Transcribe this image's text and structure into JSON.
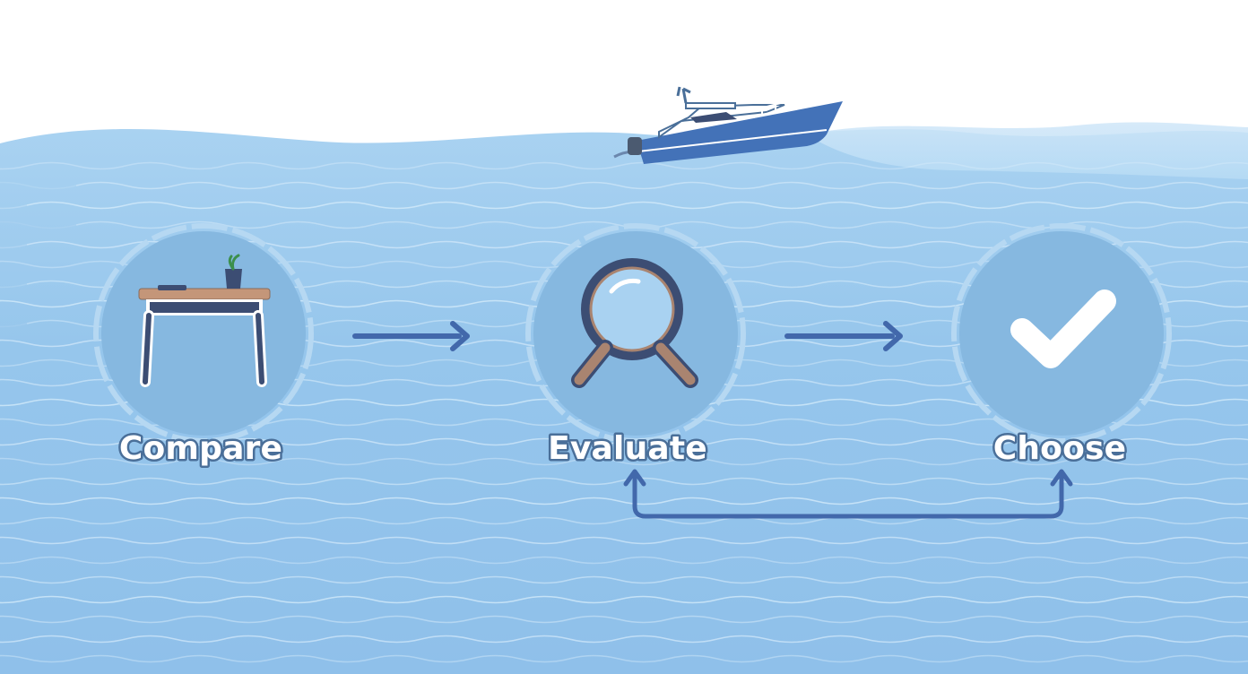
{
  "steps": [
    {
      "label": "Compare",
      "icon": "table-icon"
    },
    {
      "label": "Evaluate",
      "icon": "magnifying-glass-icon"
    },
    {
      "label": "Choose",
      "icon": "check-icon"
    }
  ],
  "colors": {
    "sky": "#ffffff",
    "water": "#9ccaed",
    "water_deep": "#8fc1ea",
    "wave_line": "#d6ebfa",
    "circle_fill": "#86b8e0",
    "circle_ring": "#b6d8f2",
    "arrow": "#4268ab",
    "boat_hull": "#4372b8",
    "boat_cabin": "#ffffff",
    "lens_frame": "#3c4d73",
    "handle": "#a98470",
    "table_top": "#c49679",
    "table_body": "#ffffff",
    "check": "#ffffff"
  }
}
